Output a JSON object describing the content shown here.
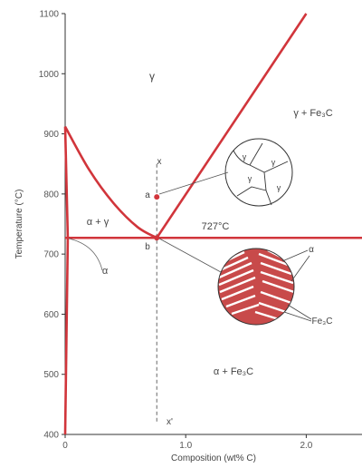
{
  "chart_data": {
    "type": "phase-diagram",
    "xlabel": "Composition (wt% C)",
    "ylabel": "Temperature (°C)",
    "xlim": [
      0,
      2.5
    ],
    "ylim": [
      400,
      1100
    ],
    "x_ticks": [
      {
        "value": 0,
        "label": "0"
      },
      {
        "value": 1.0,
        "label": "1.0"
      },
      {
        "value": 2.0,
        "label": "2.0"
      }
    ],
    "y_ticks": [
      {
        "value": 400,
        "label": "400"
      },
      {
        "value": 500,
        "label": "500"
      },
      {
        "value": 600,
        "label": "600"
      },
      {
        "value": 700,
        "label": "700"
      },
      {
        "value": 800,
        "label": "800"
      },
      {
        "value": 900,
        "label": "900"
      },
      {
        "value": 1000,
        "label": "1000"
      },
      {
        "value": 1100,
        "label": "1100"
      }
    ],
    "eutectoid": {
      "temperature": 727,
      "composition": 0.76,
      "label": "727°C"
    },
    "boundaries": {
      "gamma_alpha_upper": [
        [
          0,
          912
        ],
        [
          0.2,
          840
        ],
        [
          0.4,
          785
        ],
        [
          0.6,
          745
        ],
        [
          0.76,
          727
        ]
      ],
      "gamma_cementite": [
        [
          0.76,
          727
        ],
        [
          2.0,
          1100
        ]
      ],
      "alpha_gamma_lower": [
        [
          0,
          912
        ],
        [
          0.022,
          727
        ]
      ],
      "alpha_solvus": [
        [
          0.022,
          727
        ],
        [
          0,
          400
        ]
      ]
    },
    "composition_line": {
      "x": 0.76,
      "top_label": "x",
      "bottom_label": "x'"
    },
    "points": [
      {
        "name": "a",
        "x": 0.76,
        "y": 795
      },
      {
        "name": "b",
        "x": 0.76,
        "y": 727
      }
    ],
    "region_labels": {
      "gamma": "γ",
      "gamma_fe3c": "γ + Fe₃C",
      "alpha_gamma": "α + γ",
      "alpha": "α",
      "alpha_fe3c": "α + Fe₃C"
    },
    "micro_gamma": {
      "grain_label": "γ"
    },
    "micro_pearlite": {
      "alpha_label": "α",
      "fe3c_label": "Fe₃C"
    }
  },
  "colors": {
    "phase_line": "#d1353b",
    "axis": "#333333",
    "guide": "#666666",
    "micro_fill": "#c84a4a"
  }
}
